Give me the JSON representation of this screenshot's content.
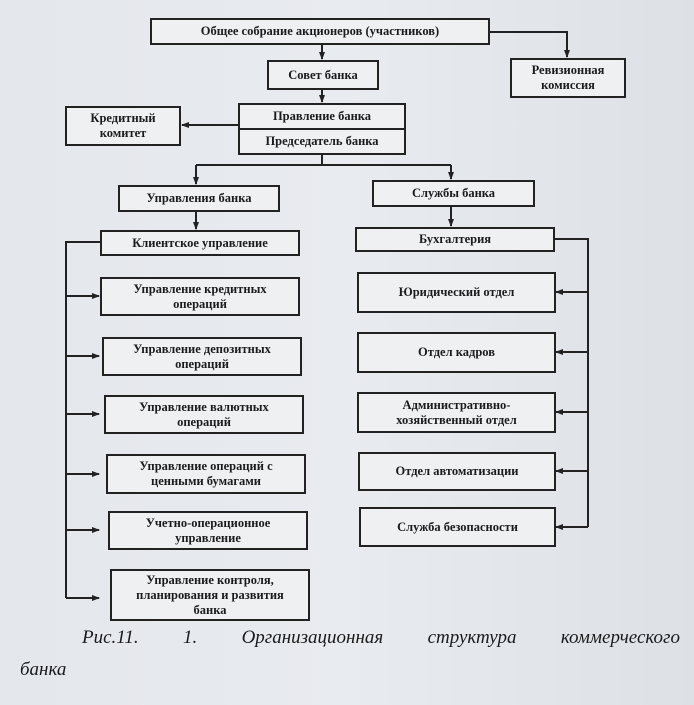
{
  "diagram": {
    "top": {
      "label": "Общее собрание акционеров (участников)"
    },
    "council": {
      "label": "Совет банка"
    },
    "audit": {
      "label": "Ревизионная комиссия"
    },
    "credit_committee": {
      "label": "Кредитный комитет"
    },
    "board": {
      "label": "Правление банка",
      "chair": "Председатель банка"
    },
    "departments_head": {
      "label": "Управления банка"
    },
    "services_head": {
      "label": "Службы банка"
    },
    "client_dept": {
      "label": "Клиентское управление"
    },
    "departments": [
      {
        "label": "Управление кредитных операций"
      },
      {
        "label": "Управление депозитных операций"
      },
      {
        "label": "Управление валютных операций"
      },
      {
        "label": "Управление операций с ценными бумагами"
      },
      {
        "label": "Учетно-операционное управление"
      },
      {
        "label": "Управление контроля, планирования и развития банка"
      }
    ],
    "accounting": {
      "label": "Бухгалтерия"
    },
    "services": [
      {
        "label": "Юридический отдел"
      },
      {
        "label": "Отдел кадров"
      },
      {
        "label": "Административно-хозяйственный отдел"
      },
      {
        "label": "Отдел автоматизации"
      },
      {
        "label": "Служба безопасности"
      }
    ]
  },
  "caption": {
    "prefix": "Рис.11.",
    "number": "1.",
    "w1": "Организационная",
    "w2": "структура",
    "w3": "коммерческого",
    "line2": "банка"
  },
  "colors": {
    "ink": "#222222",
    "paper": "#e6e9ed"
  }
}
